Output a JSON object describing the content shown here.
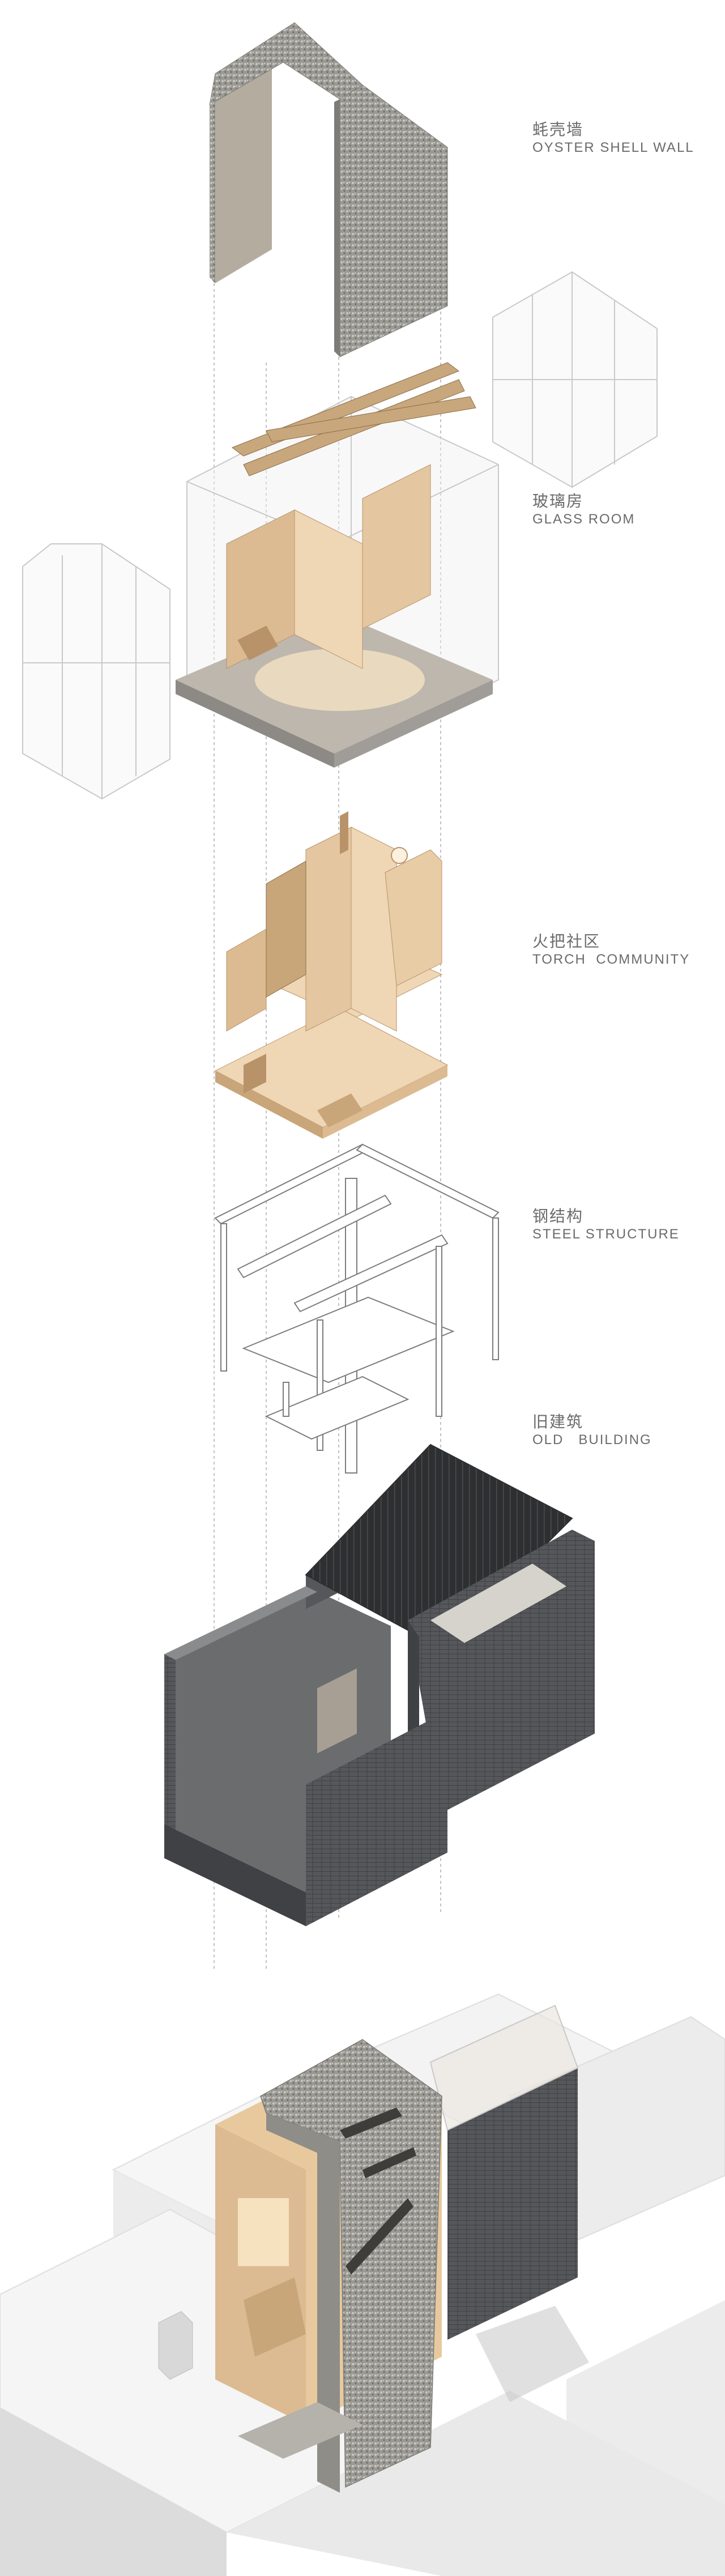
{
  "layers": [
    {
      "zh": "蚝壳墙",
      "en": "OYSTER SHELL WALL"
    },
    {
      "zh": "玻璃房",
      "en": "GLASS ROOM"
    },
    {
      "zh": "火把社区",
      "en": "TORCH  COMMUNITY"
    },
    {
      "zh": "钢结构",
      "en": "STEEL STRUCTURE"
    },
    {
      "zh": "旧建筑",
      "en": "OLD   BUILDING"
    }
  ],
  "colors": {
    "oyster": "#9a9994",
    "oyster_dark": "#7d7c77",
    "wall_inner": "#b5aca0",
    "glass_line": "#c9c9c9",
    "wood_light": "#efd6b4",
    "wood_mid": "#dcbb92",
    "wood_dark": "#b8936a",
    "brick": "#55575a",
    "brick_dark": "#3f4144",
    "roof": "#2e2f31",
    "massing": "#ececec",
    "label": "#6b6b6b"
  }
}
